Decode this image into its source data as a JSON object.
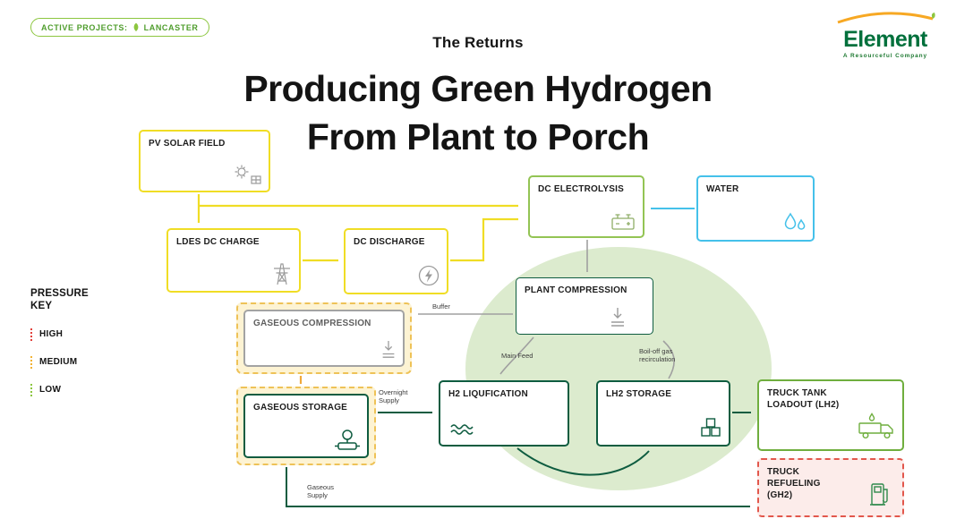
{
  "badge": {
    "prefix": "ACTIVE PROJECTS:",
    "location": "LANCASTER"
  },
  "header": {
    "kicker": "The Returns",
    "title1": "Producing Green Hydrogen",
    "title2": "From Plant to Porch"
  },
  "logo": {
    "brand": "Element",
    "tagline": "A Resourceful Company"
  },
  "pressure_key": {
    "title": "PRESSURE KEY",
    "items": [
      {
        "label": "HIGH",
        "color": "#e2403a"
      },
      {
        "label": "MEDIUM",
        "color": "#f2b233"
      },
      {
        "label": "LOW",
        "color": "#8cc63f"
      }
    ]
  },
  "nodes": {
    "pv_solar_field": "PV SOLAR FIELD",
    "ldes_dc_charge": "LDES DC CHARGE",
    "dc_discharge": "DC DISCHARGE",
    "dc_electrolysis": "DC ELECTROLYSIS",
    "water": "WATER",
    "plant_compression": "PLANT COMPRESSION",
    "gaseous_compression": "GASEOUS COMPRESSION",
    "gaseous_storage": "GASEOUS STORAGE",
    "h2_liquefaction": "H2 LIQUFICATION",
    "lh2_storage": "LH2 STORAGE",
    "truck_tank_loadout": "TRUCK TANK LOADOUT (LH2)",
    "truck_refueling": "TRUCK REFUELING (GH2)"
  },
  "flows": {
    "buffer": "Buffer",
    "main_feed": "Main Feed",
    "boil_off": "Boil-off gas recirculation",
    "overnight_supply": "Overnight Supply",
    "gaseous_supply": "Gaseous Supply"
  },
  "colors": {
    "solar_yellow": "#f0dd25",
    "electrolysis_green": "#93c454",
    "water_blue": "#45c1ea",
    "hydrogen_dark_green": "#0e5c40",
    "loadout_green": "#6fae3e",
    "buffer_orange": "#eec257",
    "refueling_red": "#e2574c",
    "process_circle_green": "#dcebce",
    "neutral_gray": "#9b9b9b"
  }
}
